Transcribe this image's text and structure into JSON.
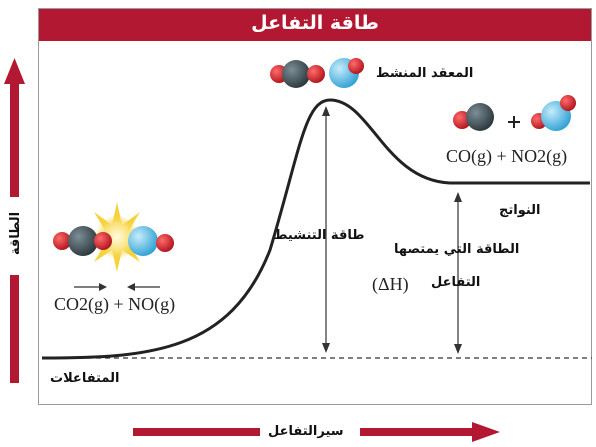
{
  "title": "طاقة التفاعل",
  "axes": {
    "y_label": "الطاقة",
    "x_label": "سيرالتفاعل"
  },
  "labels": {
    "activated_complex": "المعقد المنشط",
    "activation_energy": "طاقة التنشيط",
    "energy_absorbed_line1": "الطاقة التي يمتصها",
    "energy_absorbed_line2": "التفاعل",
    "delta_h": "(ΔH)",
    "products": "النواتج",
    "reactants": "المتفاعلات"
  },
  "formulas": {
    "products_formula": "CO(g) + NO2(g)",
    "reactants_formula": "CO2(g) + NO(g)"
  },
  "colors": {
    "accent": "#b31832",
    "curve": "#222222",
    "carbon": "#3a4a52",
    "oxygen": "#d21f2a",
    "nitrogen": "#4fb7e3",
    "burst": "#f7d23a"
  }
}
